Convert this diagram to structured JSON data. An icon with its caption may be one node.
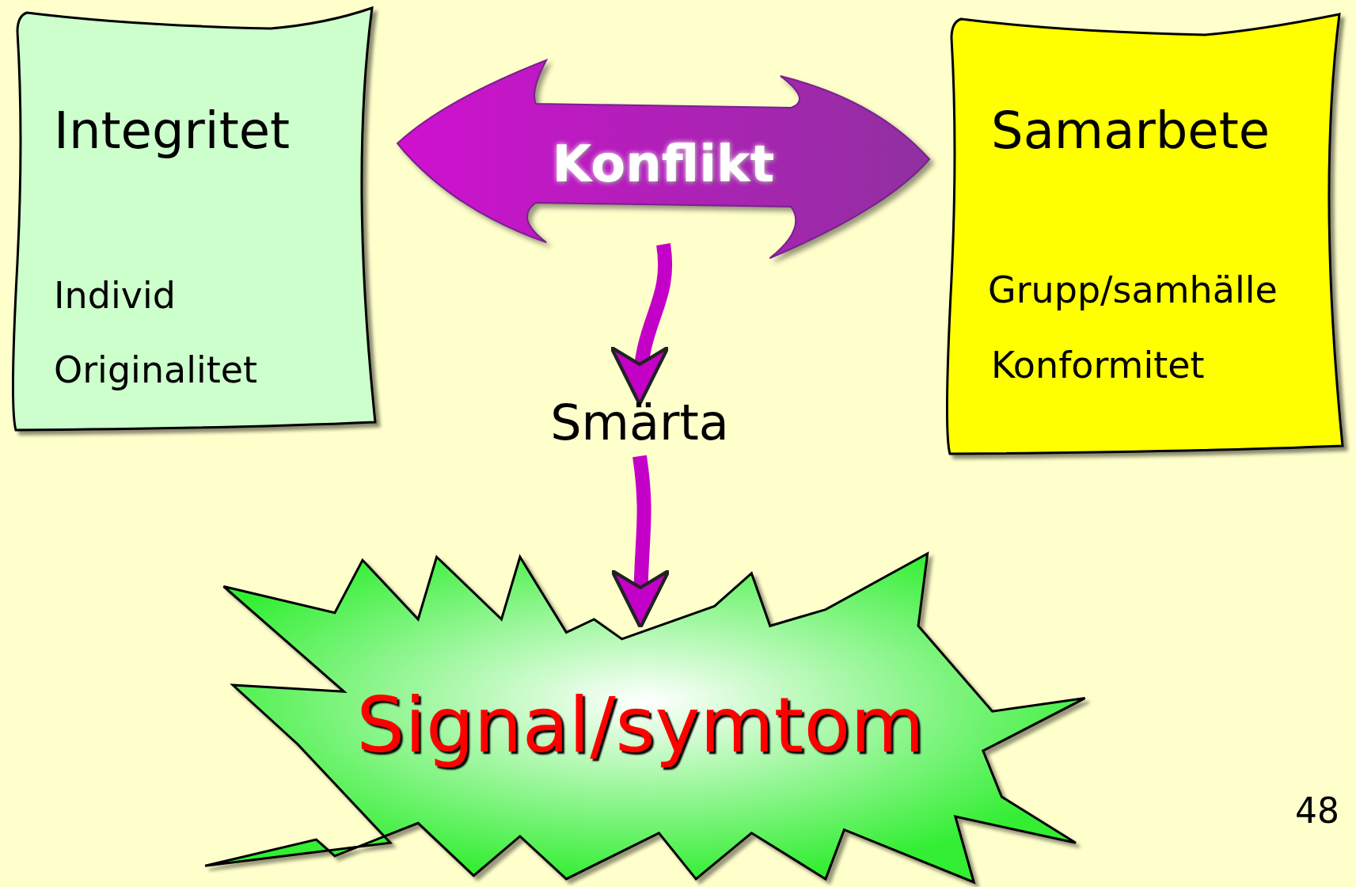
{
  "diagram": {
    "nodes": [
      {
        "text": [
          "Integritet",
          "Individ",
          "Originalitet"
        ]
      },
      {
        "text": [
          "Samarbete",
          "Grupp/samhälle",
          "Konformitet"
        ]
      },
      {
        "text": [
          "Konflikt"
        ]
      },
      {
        "text": [
          "Smärta"
        ]
      },
      {
        "text": [
          "Signal/symtom"
        ]
      }
    ],
    "edges": [
      {
        "from": 2,
        "to": 3,
        "arrow": "to"
      },
      {
        "from": 3,
        "to": 4,
        "arrow": "to"
      }
    ],
    "labels": [
      "48"
    ]
  }
}
